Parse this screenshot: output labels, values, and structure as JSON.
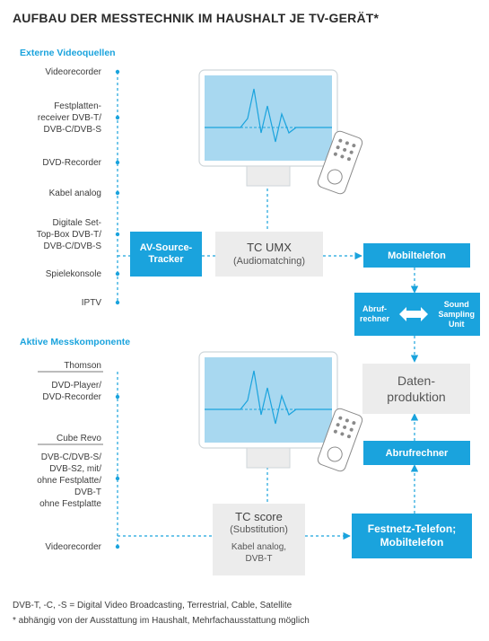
{
  "title": "AUFBAU DER MESSTECHNIK IM HAUSHALT JE TV-GERÄT*",
  "sections": {
    "external": "Externe Videoquellen",
    "active": "Aktive Messkomponente"
  },
  "external_sources": [
    "Videorecorder",
    "Festplatten-\nreceiver DVB-T/\nDVB-C/DVB-S",
    "DVD-Recorder",
    "Kabel analog",
    "Digitale Set-\nTop-Box DVB-T/\nDVB-C/DVB-S",
    "Spielekonsole",
    "IPTV"
  ],
  "active_components": {
    "thomson": "Thomson",
    "thomson_device": "DVD-Player/\nDVD-Recorder",
    "cube": "Cube Revo",
    "cube_device": "DVB-C/DVB-S/\nDVB-S2, mit/\nohne Festplatte/\nDVB-T\nohne Festplatte",
    "videorecorder": "Videorecorder"
  },
  "boxes": {
    "av_tracker": "AV-Source-\nTracker",
    "tc_umx_title": "TC UMX",
    "tc_umx_sub": "(Audiomatching)",
    "mobiltelefon": "Mobiltelefon",
    "abrufrechner_small": "Abruf-\nrechner",
    "sound_sampling": "Sound\nSampling\nUnit",
    "datenproduktion": "Daten-\nproduktion",
    "abrufrechner": "Abrufrechner",
    "tc_score_title": "TC score",
    "tc_score_sub": "(Substitution)",
    "tc_score_detail": "Kabel analog,\nDVB-T",
    "festnetz": "Festnetz-Telefon;\nMobiltelefon"
  },
  "footnotes": [
    "DVB-T, -C, -S = Digital Video Broadcasting, Terrestrial, Cable, Satellite",
    "* abhängig von der Ausstattung im Haushalt, Mehrfachausstattung möglich"
  ],
  "colors": {
    "accent": "#1aa3dd",
    "grey_box": "#ececec",
    "screen": "#a8d8f0"
  },
  "icons": [
    "tv-icon",
    "remote-control-icon",
    "double-arrow-icon"
  ]
}
